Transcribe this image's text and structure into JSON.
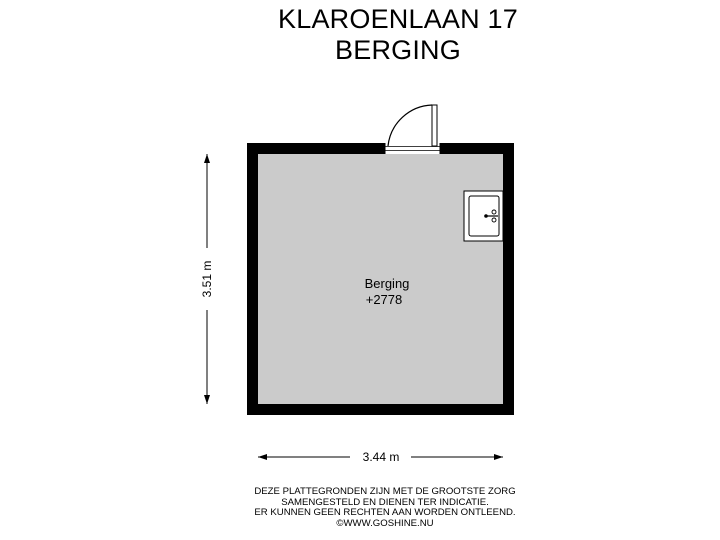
{
  "header": {
    "address": "KLAROENLAAN 17",
    "floor_name": "BERGING"
  },
  "room": {
    "name": "Berging",
    "level": "+2778"
  },
  "dimensions": {
    "width": "3.44 m",
    "height": "3.51 m"
  },
  "colors": {
    "wall": "#000000",
    "floor": "#cbcbcb",
    "fixture": "#ffffff"
  },
  "icons": [
    "door-swing-icon",
    "washbasin-icon",
    "faucet-icon",
    "arrow-left-icon",
    "arrow-right-icon",
    "arrow-up-icon",
    "arrow-down-icon"
  ],
  "disclaimer": {
    "lines": [
      "DEZE PLATTEGRONDEN ZIJN MET DE GROOTSTE ZORG",
      "SAMENGESTELD EN DIENEN TER INDICATIE.",
      "ER KUNNEN GEEN RECHTEN AAN WORDEN ONTLEEND.",
      "©WWW.GOSHINE.NU"
    ]
  }
}
